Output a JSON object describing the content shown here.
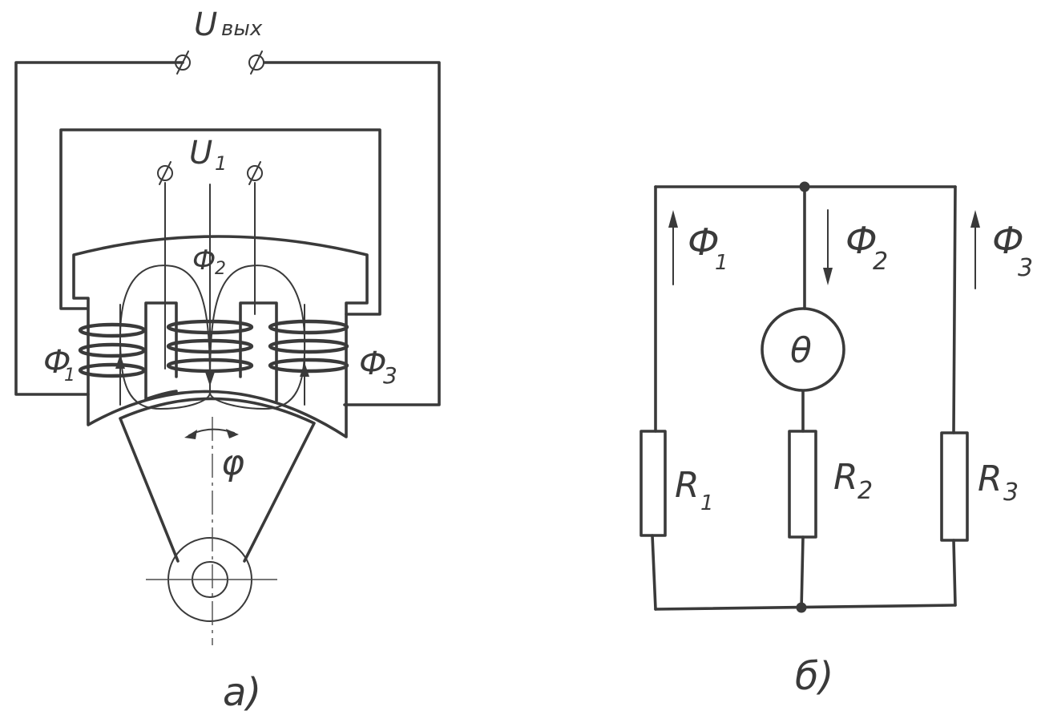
{
  "labels": {
    "u_out": "U",
    "u_out_sub": "вых",
    "u_in": "U",
    "u_in_sub": "1",
    "phi": "Ф",
    "phi1_sub": "1",
    "phi2_sub": "2",
    "phi3_sub": "3",
    "angle": "φ",
    "theta": "θ",
    "r": "R",
    "r1_sub": "1",
    "r2_sub": "2",
    "r3_sub": "3",
    "caption_a": "а)",
    "caption_b": "б)"
  },
  "colors": {
    "ink": "#3a3a3a",
    "paper": "#ffffff"
  }
}
